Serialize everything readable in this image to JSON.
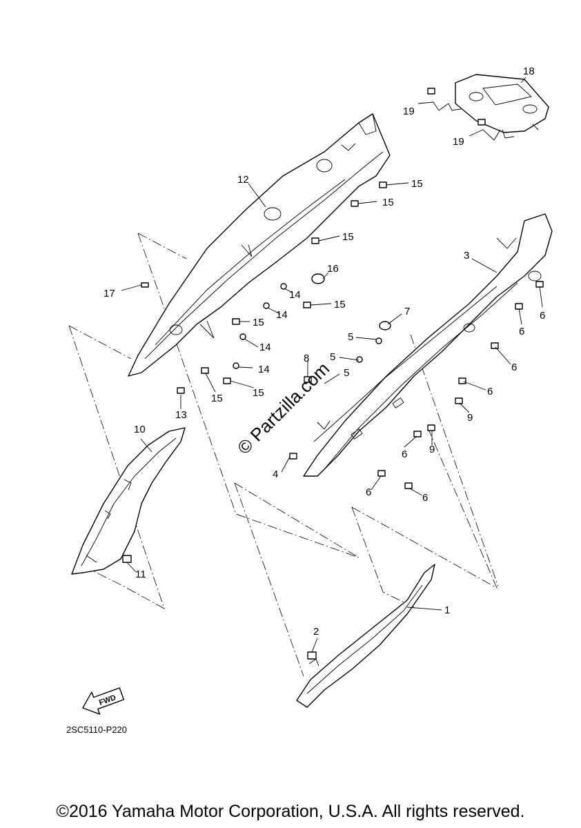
{
  "callouts": {
    "c1": "1",
    "c2": "2",
    "c3": "3",
    "c4": "4",
    "c5a": "5",
    "c5b": "5",
    "c5c": "5",
    "c6a": "6",
    "c6b": "6",
    "c6c": "6",
    "c6d": "6",
    "c6e": "6",
    "c6f": "6",
    "c6g": "6",
    "c7": "7",
    "c8": "8",
    "c9a": "9",
    "c9b": "9",
    "c10": "10",
    "c11": "11",
    "c12": "12",
    "c13": "13",
    "c14a": "14",
    "c14b": "14",
    "c14c": "14",
    "c14d": "14",
    "c15a": "15",
    "c15b": "15",
    "c15c": "15",
    "c15d": "15",
    "c15e": "15",
    "c15f": "15",
    "c15g": "15",
    "c16": "16",
    "c17": "17",
    "c18": "18",
    "c19a": "19",
    "c19b": "19"
  },
  "fwd_label": "FWD",
  "diagram_code": "2SC5110-P220",
  "watermark": "© Partzilla.com",
  "copyright": "©2016 Yamaha Motor Corporation, U.S.A. All rights reserved."
}
